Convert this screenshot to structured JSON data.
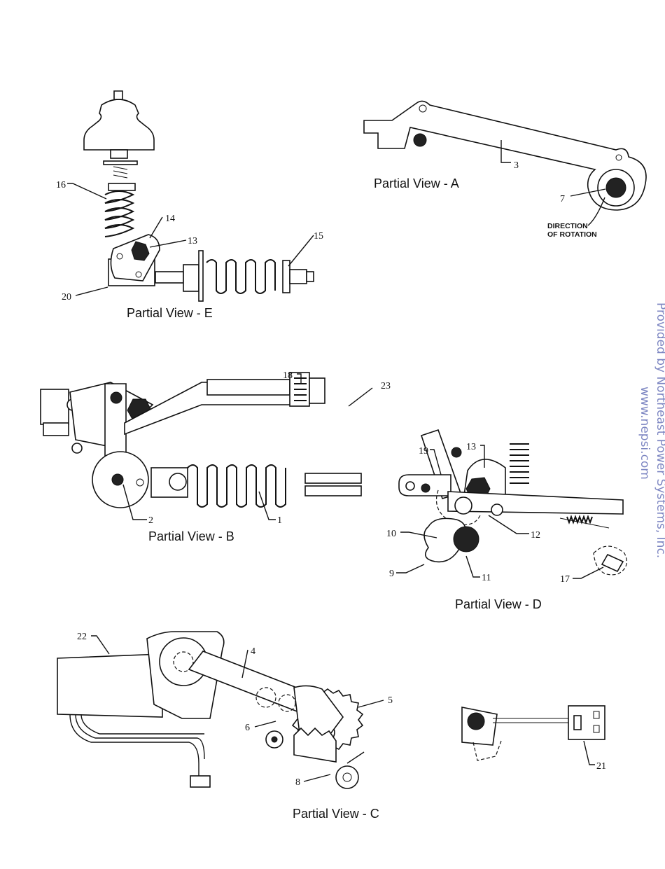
{
  "views": {
    "A": {
      "caption": "Partial View - A",
      "callouts": [
        "3",
        "7"
      ],
      "note_line1": "DIRECTION",
      "note_line2": "OF ROTATION"
    },
    "B": {
      "caption": "Partial View - B",
      "callouts": [
        "18",
        "23",
        "2",
        "1"
      ]
    },
    "C": {
      "caption": "Partial View - C",
      "callouts": [
        "22",
        "4",
        "5",
        "6",
        "8",
        "21"
      ]
    },
    "D": {
      "caption": "Partial View - D",
      "callouts": [
        "19",
        "13",
        "10",
        "12",
        "9",
        "11",
        "17"
      ]
    },
    "E": {
      "caption": "Partial View - E",
      "callouts": [
        "16",
        "14",
        "13",
        "15",
        "20"
      ]
    }
  },
  "watermark": {
    "line1": "Provided by Northeast Power Systems, Inc.",
    "line2": "www.nepsi.com"
  }
}
